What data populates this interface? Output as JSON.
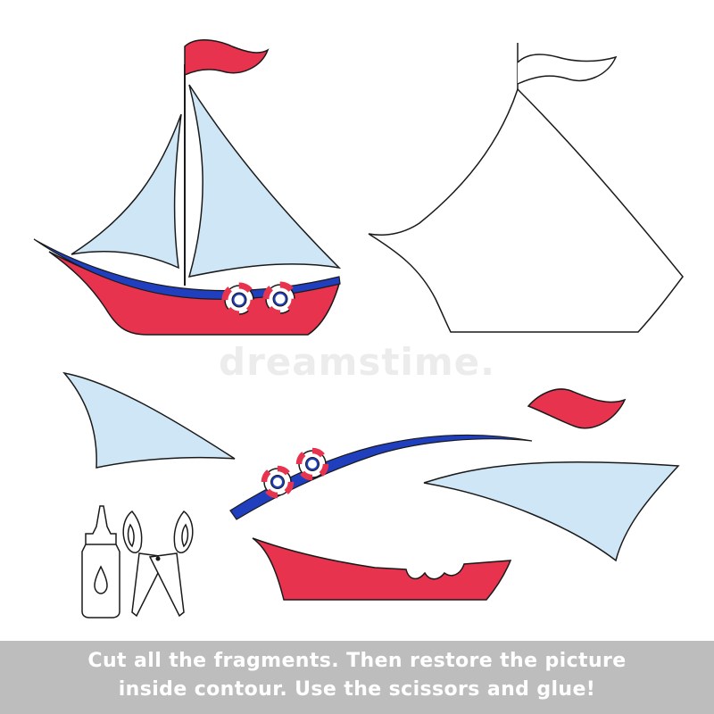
{
  "instructions": {
    "line1": "Cut all the fragments. Then restore the picture",
    "line2": "inside contour. Use the scissors and glue!"
  },
  "watermark": {
    "text": "dreamstime."
  },
  "icons": {
    "glue": "glue-bottle-icon",
    "scissors": "scissors-icon"
  },
  "colors": {
    "hull_red": "#e8334f",
    "stripe_blue": "#1f3fbf",
    "sail_blue": "#cfe6f7",
    "flag_red": "#e8334f",
    "outline": "#1a1a1a",
    "caption_bar": "#bdbdbd",
    "caption_text": "#ffffff"
  }
}
